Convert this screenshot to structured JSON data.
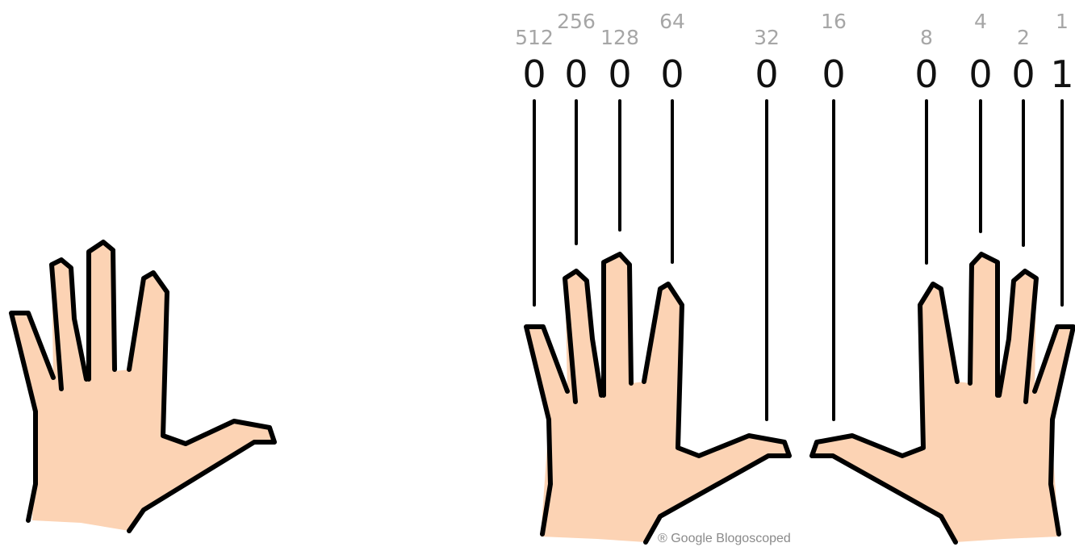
{
  "bits": [
    {
      "weight": "512",
      "value": "0"
    },
    {
      "weight": "256",
      "value": "0"
    },
    {
      "weight": "128",
      "value": "0"
    },
    {
      "weight": "64",
      "value": "0"
    },
    {
      "weight": "32",
      "value": "0"
    },
    {
      "weight": "16",
      "value": "0"
    },
    {
      "weight": "8",
      "value": "0"
    },
    {
      "weight": "4",
      "value": "0"
    },
    {
      "weight": "2",
      "value": "0"
    },
    {
      "weight": "1",
      "value": "1"
    }
  ],
  "credit": "® Google Blogoscoped",
  "colors": {
    "skin": "#fcd3b4",
    "outline": "#000000",
    "weight_text": "#a6a6a6"
  }
}
